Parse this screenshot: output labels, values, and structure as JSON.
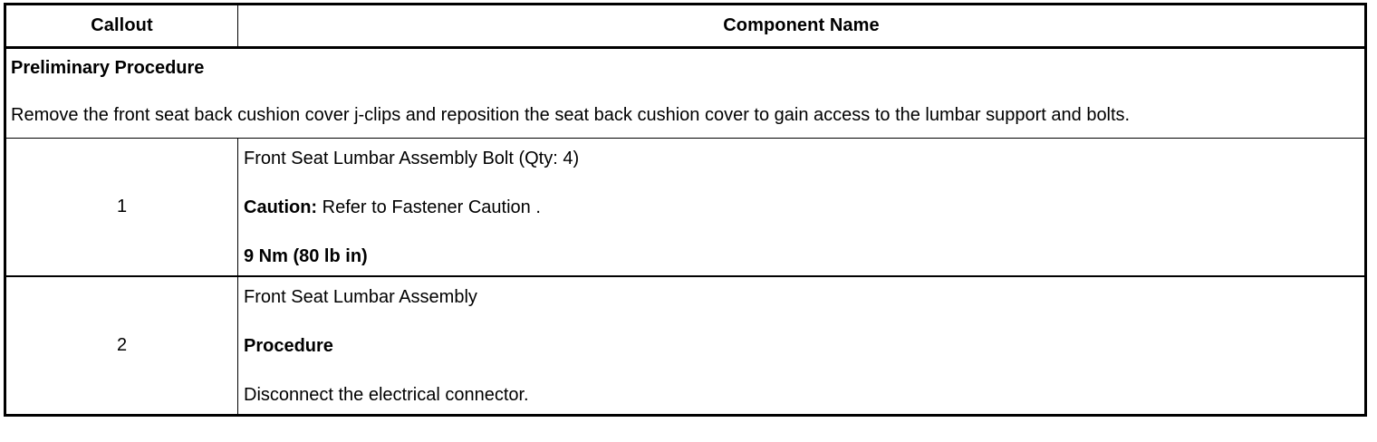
{
  "document": {
    "type": "service-procedure-parts-table",
    "background_color": "#ffffff",
    "text_color": "#000000",
    "border_color": "#000000"
  },
  "table": {
    "headers": {
      "callout": "Callout",
      "component_name": "Component Name"
    },
    "preliminary": {
      "heading": "Preliminary Procedure",
      "body": "Remove the front seat back cushion cover j-clips and reposition the seat back cushion cover to gain access to the lumbar support and bolts."
    },
    "rows": [
      {
        "callout": "1",
        "lines": [
          {
            "text": "Front Seat Lumbar Assembly Bolt (Qty: 4)",
            "style": "regular"
          },
          {
            "lead": "Caution:",
            "text": " Refer to Fastener Caution .",
            "style": "lead-bold"
          },
          {
            "text": "9 Nm (80 lb in)",
            "style": "bold"
          }
        ]
      },
      {
        "callout": "2",
        "lines": [
          {
            "text": "Front Seat Lumbar Assembly",
            "style": "regular"
          },
          {
            "text": "Procedure",
            "style": "bold"
          },
          {
            "text": "Disconnect the electrical connector.",
            "style": "regular"
          }
        ]
      }
    ]
  }
}
